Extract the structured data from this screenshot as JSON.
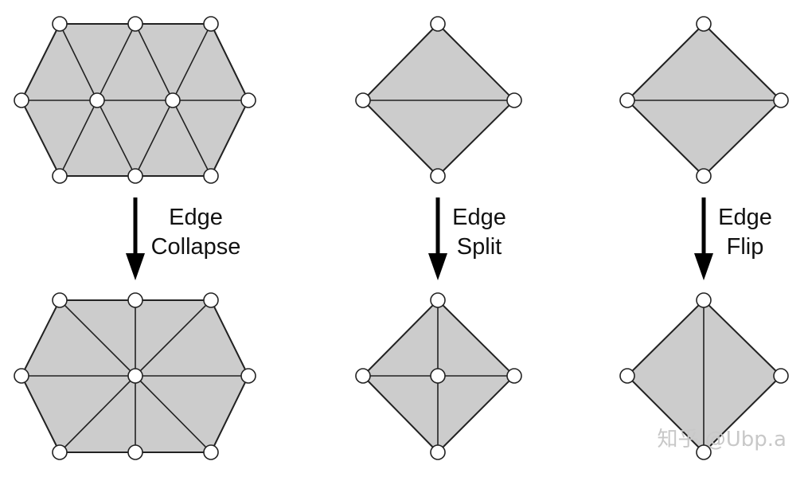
{
  "operations": [
    {
      "id": "collapse",
      "label_lines": [
        "Edge",
        "Collapse"
      ]
    },
    {
      "id": "split",
      "label_lines": [
        "Edge",
        "Split"
      ]
    },
    {
      "id": "flip",
      "label_lines": [
        "Edge",
        "Flip"
      ]
    }
  ],
  "watermark": "知乎 @Ubp.a",
  "colors": {
    "face": "#cccccc",
    "edge": "#222222",
    "vertex": "#ffffff"
  }
}
